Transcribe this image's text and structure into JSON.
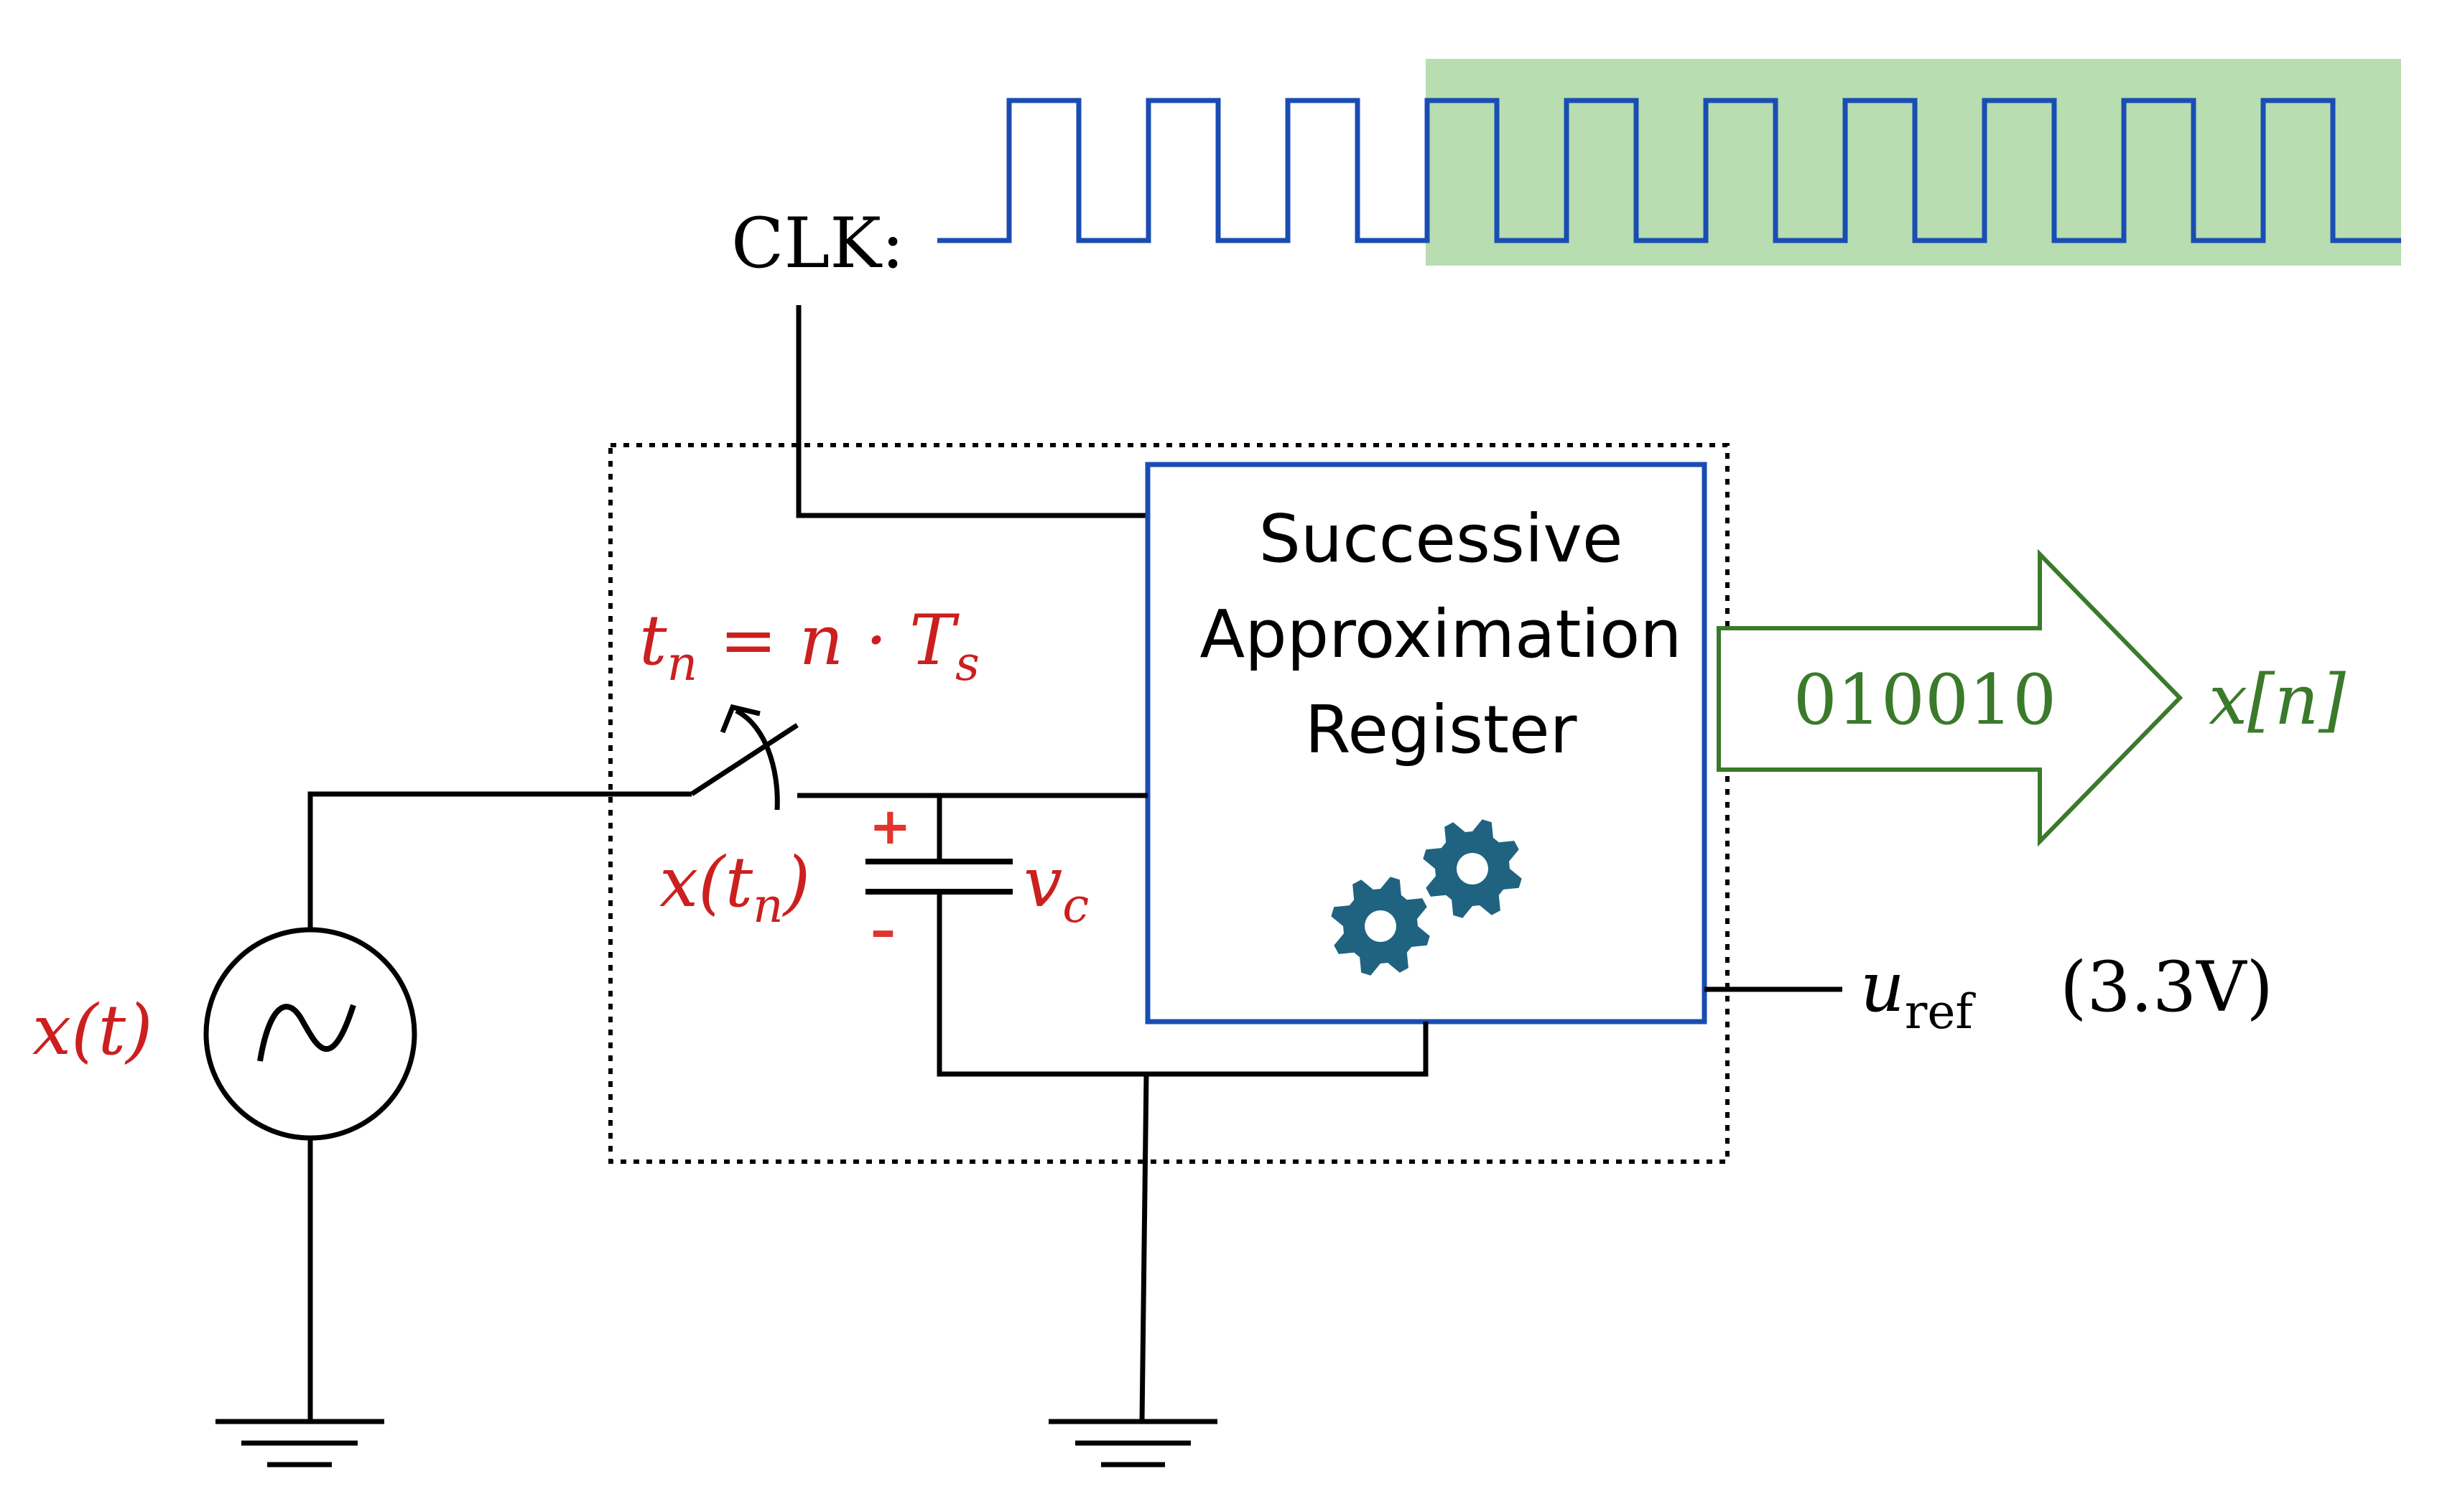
{
  "clock": {
    "label": "CLK:",
    "wave_color": "#1a4db3",
    "highlight_color": "#b7ddb0"
  },
  "sar": {
    "line1": "Successive",
    "line2": "Approximation",
    "line3": "Register",
    "border_color": "#1a4db3",
    "gear_color": "#1f6381",
    "gear_icon": "gear-icon"
  },
  "switch": {
    "label_t": "t",
    "label_sub_n": "n",
    "label_eq": " = n · ",
    "label_T": "T",
    "label_sub_s": "s",
    "color": "#cc1f1f"
  },
  "capacitor": {
    "sample_label_main": "x(t",
    "sample_label_sub": "n",
    "sample_label_close": ")",
    "voltage_label": "v",
    "voltage_sub": "c",
    "plus": "+",
    "minus": "–"
  },
  "source": {
    "label": "x(t)",
    "icon": "ac-source-icon"
  },
  "output": {
    "code": "010010",
    "label": "x[n]",
    "color": "#3a7a2a"
  },
  "reference": {
    "label_main": "u",
    "label_sub": "ref",
    "value": "(3.3V)"
  },
  "ground_icon": "ground-icon"
}
